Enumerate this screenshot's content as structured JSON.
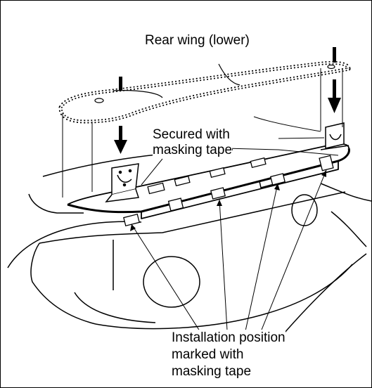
{
  "labels": {
    "rear_wing": "Rear wing (lower)",
    "secured_line1": "Secured with",
    "secured_line2": "masking tape",
    "install_line1": "Installation position",
    "install_line2": "marked with",
    "install_line3": "masking tape"
  },
  "colors": {
    "line": "#000000",
    "background": "#ffffff"
  }
}
